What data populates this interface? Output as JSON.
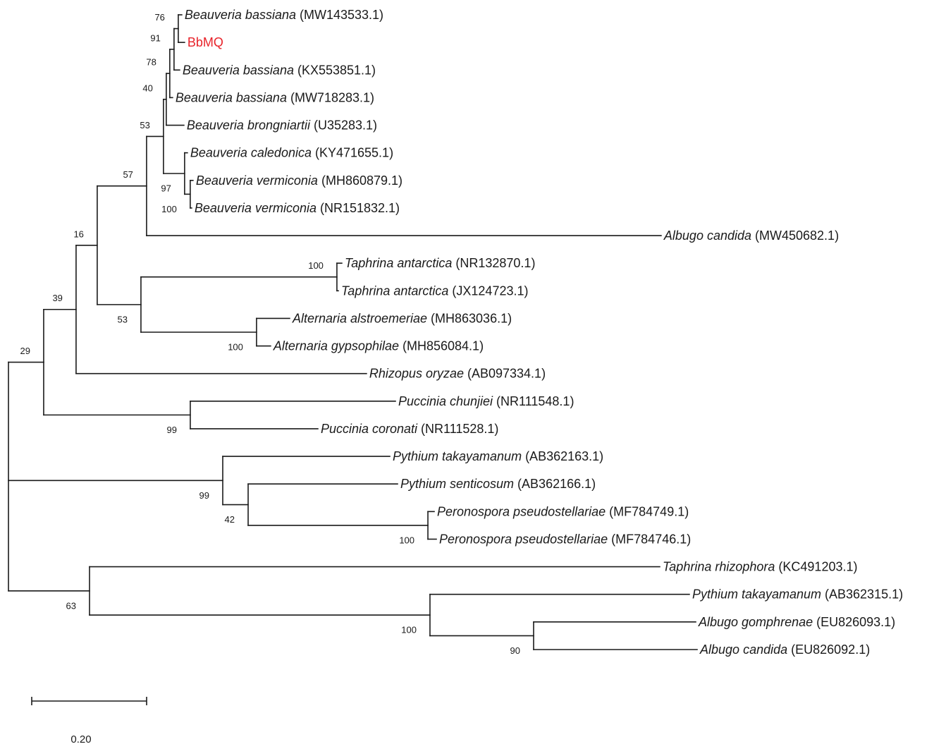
{
  "tree": {
    "children": [
      {
        "bootstrap": 29,
        "length": 0.0613,
        "children": [
          {
            "bootstrap": 39,
            "length": 0.0564,
            "children": [
              {
                "bootstrap": 16,
                "length": 0.0368,
                "children": [
                  {
                    "bootstrap": 57,
                    "length": 0.0859,
                    "children": [
                      {
                        "bootstrap": 53,
                        "length": 0.0294,
                        "children": [
                          {
                            "bootstrap": 40,
                            "length": 0.0049,
                            "children": [
                              {
                                "bootstrap": 78,
                                "length": 0.0061,
                                "children": [
                                  {
                                    "bootstrap": 91,
                                    "length": 0.0074,
                                    "children": [
                                      {
                                        "bootstrap": 76,
                                        "length": 0.0074,
                                        "children": [
                                          {
                                            "species": "Beauveria bassiana",
                                            "accession": "(MW143533.1)",
                                            "length": 0.0061
                                          },
                                          {
                                            "label": "BbMQ",
                                            "color": "#e8232a",
                                            "length": 0.011
                                          }
                                        ]
                                      },
                                      {
                                        "species": "Beauveria bassiana",
                                        "accession": "(KX553851.1)",
                                        "length": 0.0098
                                      }
                                    ]
                                  },
                                  {
                                    "species": "Beauveria bassiana",
                                    "accession": "(MW718283.1)",
                                    "length": 0.0049
                                  }
                                ]
                              },
                              {
                                "species": "Beauveria brongniartii",
                                "accession": "(U35283.1)",
                                "length": 0.0307
                              }
                            ]
                          },
                          {
                            "bootstrap": 97,
                            "length": 0.0368,
                            "children": [
                              {
                                "species": "Beauveria caledonica",
                                "accession": "(KY471655.1)",
                                "length": 0.0049
                              },
                              {
                                "bootstrap": 100,
                                "length": 0.0098,
                                "children": [
                                  {
                                    "species": "Beauveria vermiconia",
                                    "accession": "(MH860879.1)",
                                    "length": 0.0049
                                  },
                                  {
                                    "species": "Beauveria vermiconia",
                                    "accession": "(NR151832.1)",
                                    "length": 0.0025
                                  }
                                ]
                              }
                            ]
                          }
                        ]
                      },
                      {
                        "species": "Albugo candida",
                        "accession": "(MW450682.1)",
                        "length": 0.8957
                      }
                    ]
                  },
                  {
                    "bootstrap": 53,
                    "length": 0.0761,
                    "children": [
                      {
                        "bootstrap": 100,
                        "length": 0.3411,
                        "children": [
                          {
                            "species": "Taphrina antarctica",
                            "accession": "(NR132870.1)",
                            "length": 0.0086
                          },
                          {
                            "species": "Taphrina antarctica",
                            "accession": "(JX124723.1)",
                            "length": 0.0025
                          }
                        ]
                      },
                      {
                        "bootstrap": 100,
                        "length": 0.2012,
                        "children": [
                          {
                            "species": "Alternaria alstroemeriae",
                            "accession": "(MH863036.1)",
                            "length": 0.0577
                          },
                          {
                            "species": "Alternaria gypsophilae",
                            "accession": "(MH856084.1)",
                            "length": 0.0245
                          }
                        ]
                      }
                    ]
                  }
                ]
              },
              {
                "species": "Rhizopus oryzae",
                "accession": "(AB097334.1)",
                "length": 0.5055
              }
            ]
          },
          {
            "bootstrap": 99,
            "length": 0.2552,
            "children": [
              {
                "species": "Puccinia chunjiei",
                "accession": "(NR111548.1)",
                "length": 0.3571
              },
              {
                "species": "Puccinia coronati",
                "accession": "(NR111528.1)",
                "length": 0.2221
              }
            ]
          }
        ]
      },
      {
        "bootstrap": 99,
        "length": 0.373,
        "children": [
          {
            "species": "Pythium takayamanum",
            "accession": "(AB362163.1)",
            "length": 0.2908
          },
          {
            "bootstrap": 42,
            "length": 0.0442,
            "children": [
              {
                "species": "Pythium senticosum",
                "accession": "(AB362166.1)",
                "length": 0.2601
              },
              {
                "bootstrap": 100,
                "length": 0.3129,
                "children": [
                  {
                    "species": "Peronospora pseudostellariae",
                    "accession": "(MF784749.1)",
                    "length": 0.011
                  },
                  {
                    "species": "Peronospora pseudostellariae",
                    "accession": "(MF784746.1)",
                    "length": 0.0147
                  }
                ]
              }
            ]
          }
        ]
      },
      {
        "bootstrap": 63,
        "length": 0.1411,
        "children": [
          {
            "species": "Taphrina rhizophora",
            "accession": "(KC491203.1)",
            "length": 0.9926
          },
          {
            "bootstrap": 100,
            "length": 0.5926,
            "children": [
              {
                "species": "Pythium takayamanum",
                "accession": "(AB362315.1)",
                "length": 0.4515
              },
              {
                "bootstrap": 90,
                "length": 0.1804,
                "children": [
                  {
                    "species": "Albugo gomphrenae",
                    "accession": "(EU826093.1)",
                    "length": 0.2822
                  },
                  {
                    "species": "Albugo candida",
                    "accession": "(EU826092.1)",
                    "length": 0.2847
                  }
                ]
              }
            ]
          }
        ]
      }
    ]
  },
  "scale_bar": {
    "value": 0.2,
    "label": "0.20"
  }
}
